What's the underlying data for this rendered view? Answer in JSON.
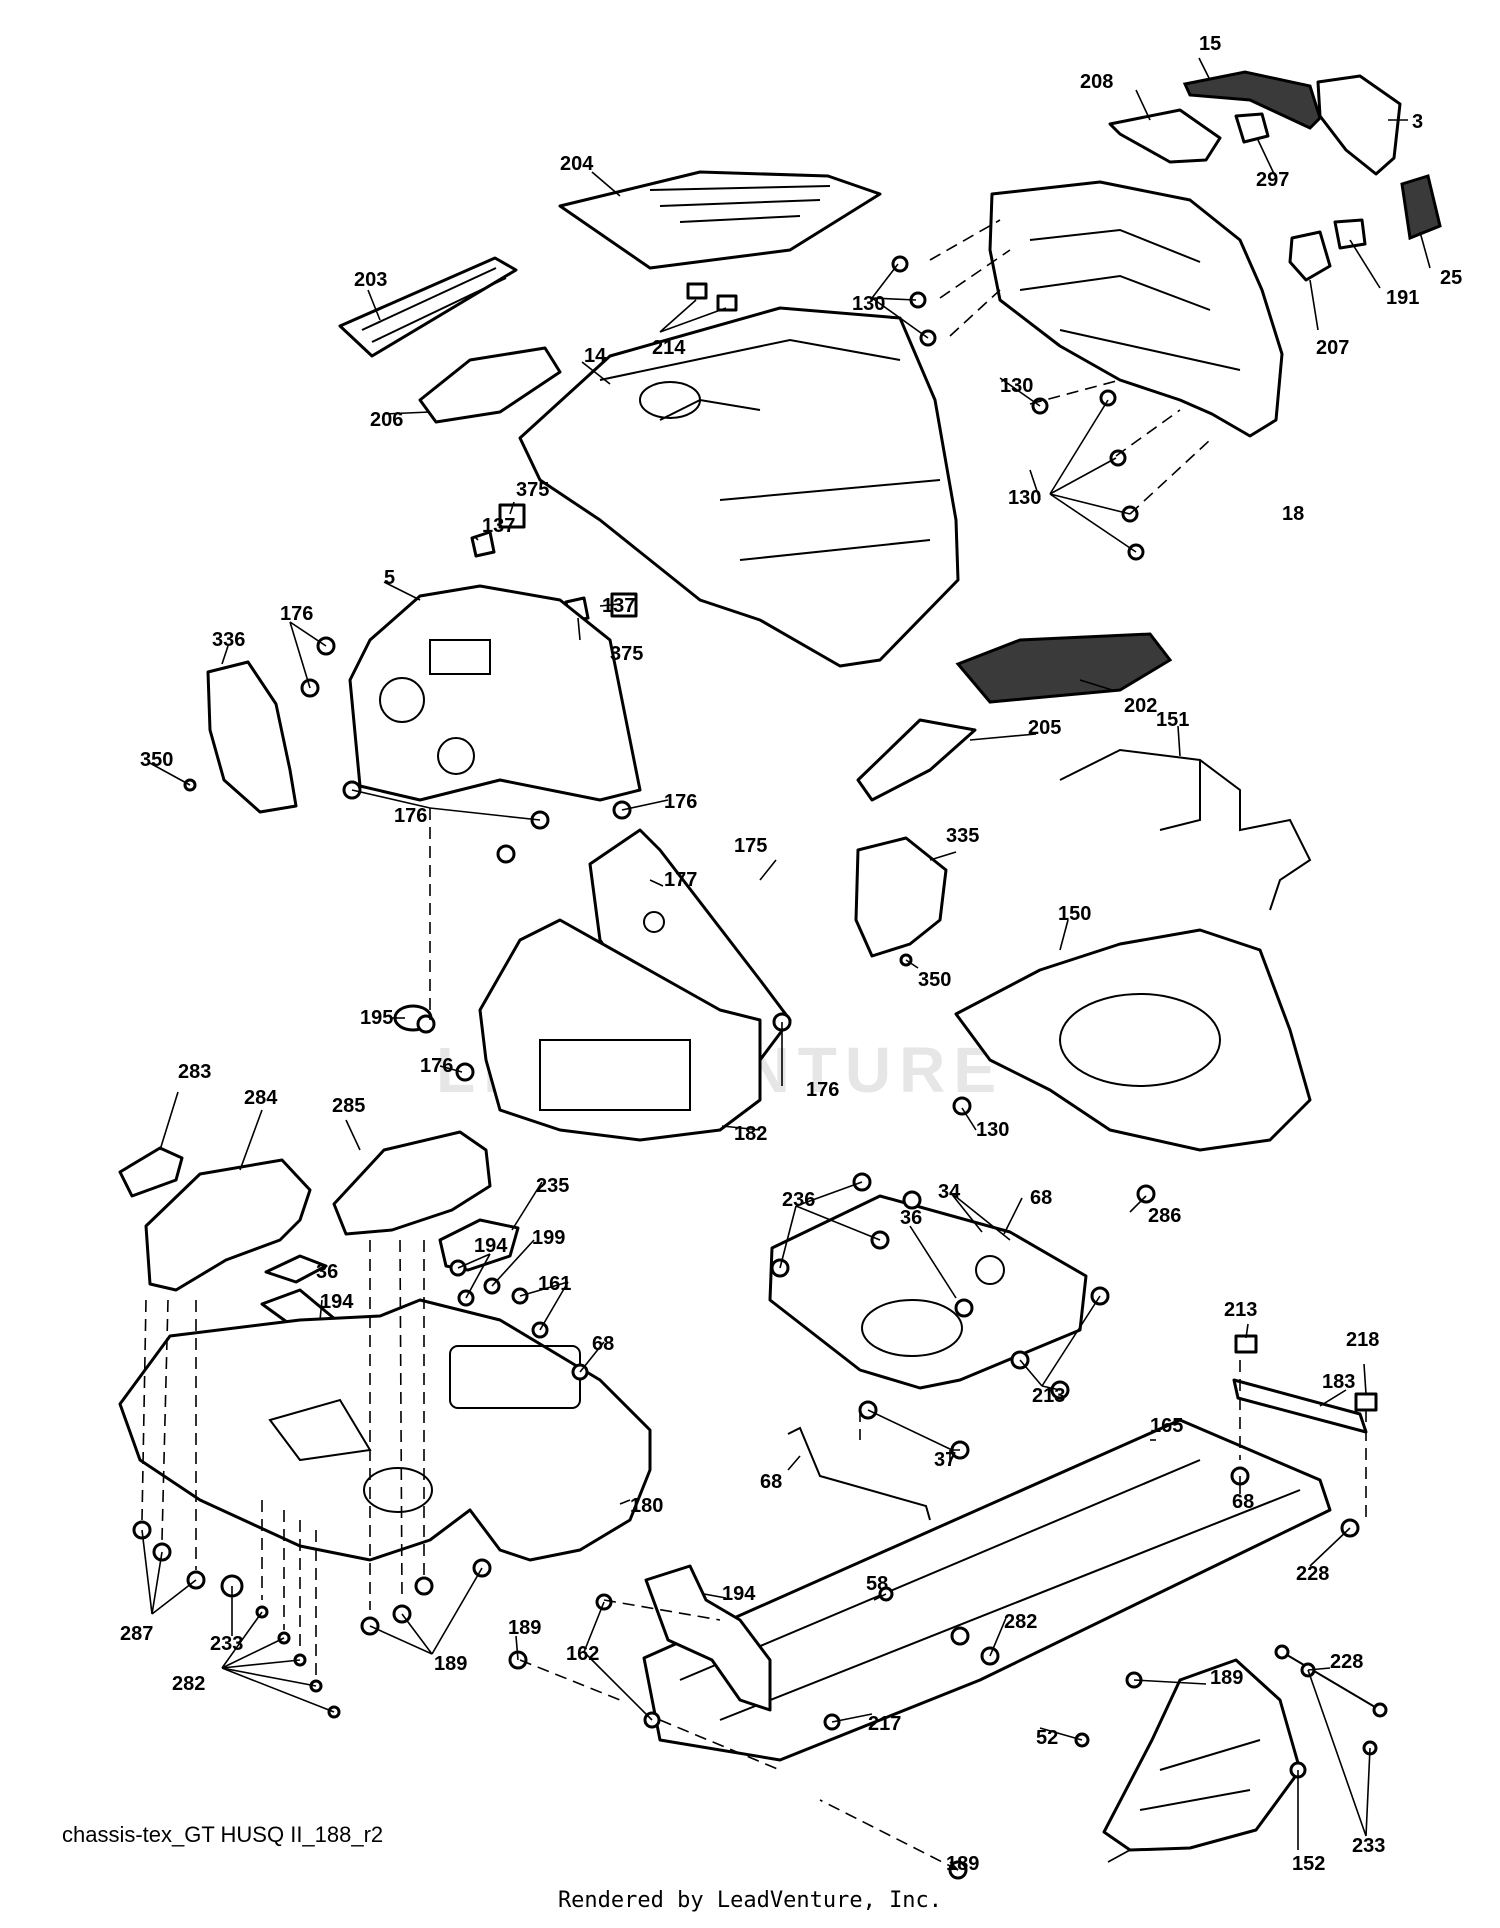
{
  "diagram": {
    "footer_code": "chassis-tex_GT HUSQ II_188_r2",
    "credit": "Rendered by LeadVenture, Inc.",
    "watermark": "LEADVENTURE",
    "callouts": [
      "15",
      "208",
      "3",
      "204",
      "297",
      "25",
      "191",
      "207",
      "130",
      "203",
      "214",
      "14",
      "130",
      "206",
      "130",
      "18",
      "375",
      "137",
      "5",
      "137",
      "375",
      "176",
      "336",
      "350",
      "176",
      "176",
      "202",
      "151",
      "205",
      "175",
      "177",
      "335",
      "350",
      "150",
      "195",
      "176",
      "176",
      "182",
      "130",
      "286",
      "283",
      "284",
      "285",
      "235",
      "34",
      "68",
      "236",
      "36",
      "194",
      "199",
      "36",
      "161",
      "194",
      "68",
      "213",
      "213",
      "218",
      "183",
      "37",
      "180",
      "165",
      "68",
      "68",
      "228",
      "58",
      "194",
      "282",
      "287",
      "233",
      "189",
      "162",
      "282",
      "189",
      "217",
      "189",
      "228",
      "52",
      "233",
      "189",
      "152"
    ]
  }
}
